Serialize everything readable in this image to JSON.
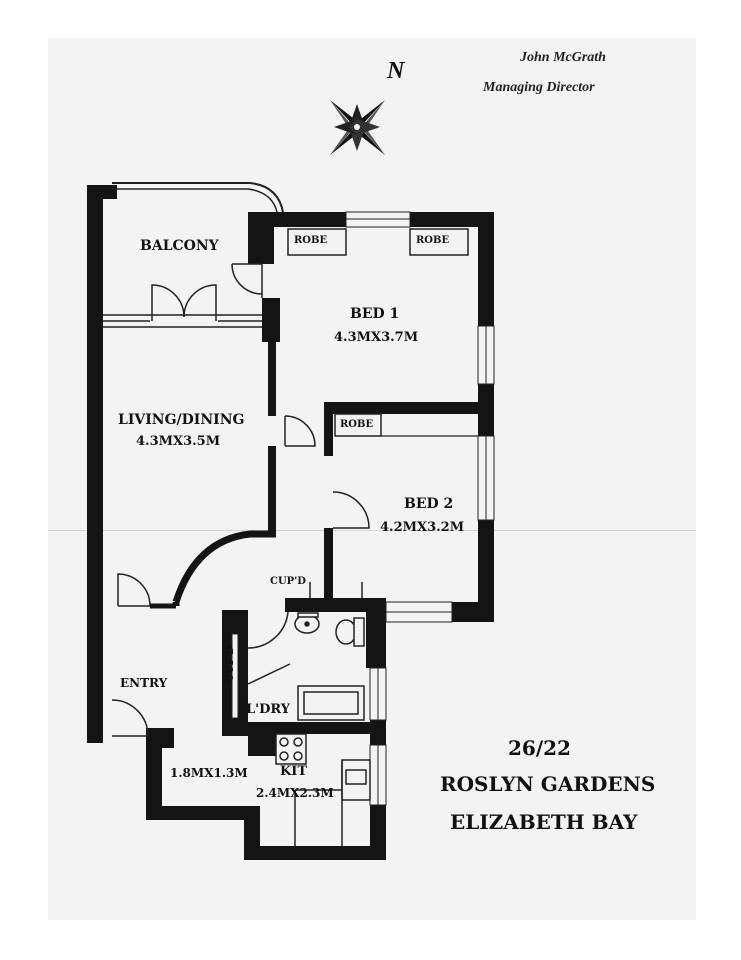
{
  "header": {
    "name": "John McGrath",
    "role": "Managing Director"
  },
  "compass": {
    "north_label": "N"
  },
  "rooms": {
    "balcony": "BALCONY",
    "living_name": "LIVING/DINING",
    "living_size": "4.3MX3.5M",
    "bed1_name": "BED 1",
    "bed1_size": "4.3MX3.7M",
    "bed2_name": "BED 2",
    "bed2_size": "4.2MX3.2M",
    "robe1": "ROBE",
    "robe2": "ROBE",
    "robe3": "ROBE",
    "cupd_hall": "CUP'D",
    "cupd_entry": "CUP'D",
    "entry": "ENTRY",
    "laundry": "L'DRY",
    "entry_size": "1.8MX1.3M",
    "kitchen_name": "KIT",
    "kitchen_size": "2.4MX2.3M"
  },
  "address": {
    "unit": "26/22",
    "street": "ROSLYN GARDENS",
    "suburb": "ELIZABETH BAY"
  }
}
